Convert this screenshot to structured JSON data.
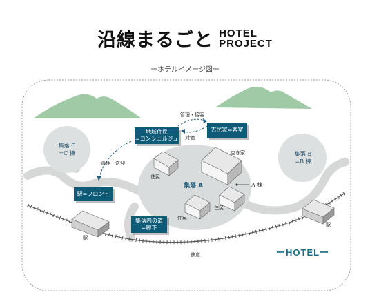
{
  "header": {
    "logo_jp": "沿線まるごと",
    "logo_en_line1": "HOTEL",
    "logo_en_line2": "PROJECT",
    "subtitle": "ーホテルイメージ図ー"
  },
  "boxes": {
    "concierge": [
      "地域住民",
      "=コンシェルジュ"
    ],
    "guestroom": "古民家=客室",
    "front": "駅=フロント",
    "corridor": [
      "集落内の道",
      "=廊下"
    ]
  },
  "arrows": {
    "top_line1": "管理・接客",
    "top_line2": "対価",
    "left": "管理・送迎"
  },
  "villages": {
    "a": "集落 A",
    "b_line1": "集落 B",
    "b_line2": "=B 棟",
    "c_line1": "集落 C",
    "c_line2": "=C 棟"
  },
  "labels": {
    "akiya": "空き家",
    "a_tou": "A 棟",
    "jumin1": "住民",
    "jumin2": "住民",
    "jumin3": "住民",
    "station_left": "駅",
    "station_right": "駅",
    "railway": "鉄道",
    "hotel": "ーHOTELー"
  },
  "colors": {
    "box": "#0e5b77",
    "mountain": "#8fbf97",
    "rail": "#555555",
    "village_fill": "#d9dcdc"
  }
}
